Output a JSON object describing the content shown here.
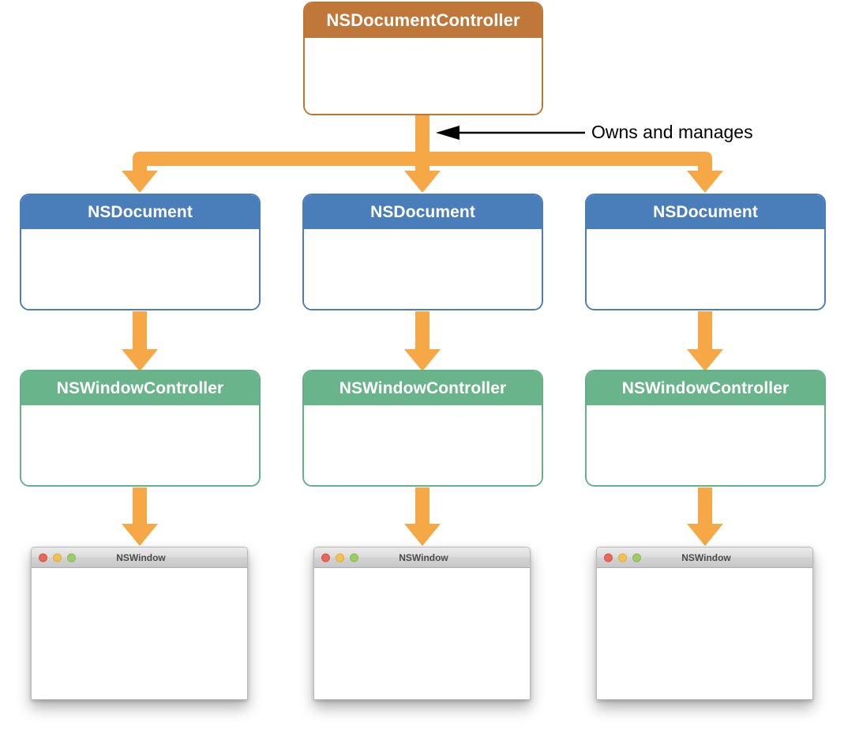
{
  "diagram": {
    "title_text": "NSDocumentController",
    "annotation": {
      "label": "Owns and manages",
      "arrow_icon": "arrow-left-icon"
    },
    "colors": {
      "controller_header": "#c0773a",
      "controller_border": "#c0762f",
      "document_header": "#4a7ebb",
      "document_border": "#4a7ebb",
      "windowcontroller_header": "#69b48a",
      "windowcontroller_border": "#64b189",
      "flow_arrow": "#f5a845",
      "annotation_arrow": "#000000",
      "window_titlebar": "#dcdcdc",
      "traffic_red": "#e8665c",
      "traffic_yellow": "#f2c14f",
      "traffic_green": "#9ccc65"
    },
    "root": {
      "label": "NSDocumentController"
    },
    "columns": [
      {
        "document": {
          "label": "NSDocument"
        },
        "window_controller": {
          "label": "NSWindowController"
        },
        "window": {
          "title": "NSWindow",
          "lights": [
            "close-button",
            "minimize-button",
            "zoom-button"
          ]
        }
      },
      {
        "document": {
          "label": "NSDocument"
        },
        "window_controller": {
          "label": "NSWindowController"
        },
        "window": {
          "title": "NSWindow",
          "lights": [
            "close-button",
            "minimize-button",
            "zoom-button"
          ]
        }
      },
      {
        "document": {
          "label": "NSDocument"
        },
        "window_controller": {
          "label": "NSWindowController"
        },
        "window": {
          "title": "NSWindow",
          "lights": [
            "close-button",
            "minimize-button",
            "zoom-button"
          ]
        }
      }
    ]
  }
}
